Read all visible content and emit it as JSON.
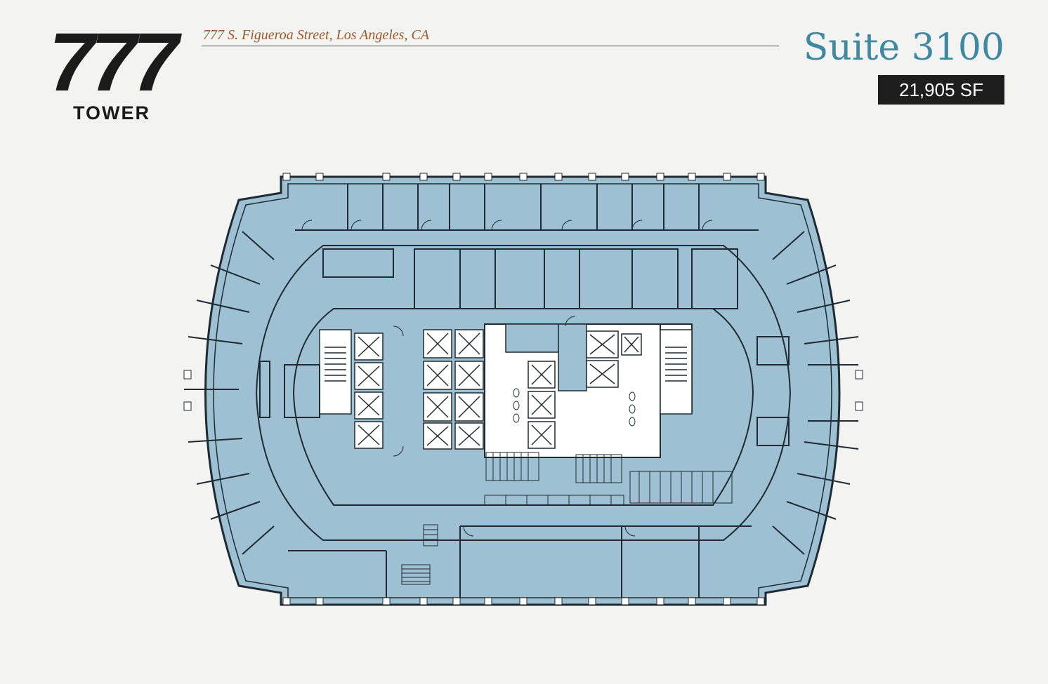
{
  "logo": {
    "number": "777",
    "word": "TOWER"
  },
  "address": "777 S. Figueroa Street, Los Angeles, CA",
  "suite": {
    "title": "Suite 3100",
    "area": "21,905 SF"
  },
  "colors": {
    "floor_fill": "#9dc1d2",
    "wall_stroke": "#1f2a33",
    "core_fill": "#ffffff",
    "accent": "#3f88a2",
    "address_color": "#9a5a2b"
  },
  "icons": {
    "elevator": "elevator-x-icon",
    "stairs": "stair-hatch-icon",
    "door": "door-swing-icon"
  }
}
